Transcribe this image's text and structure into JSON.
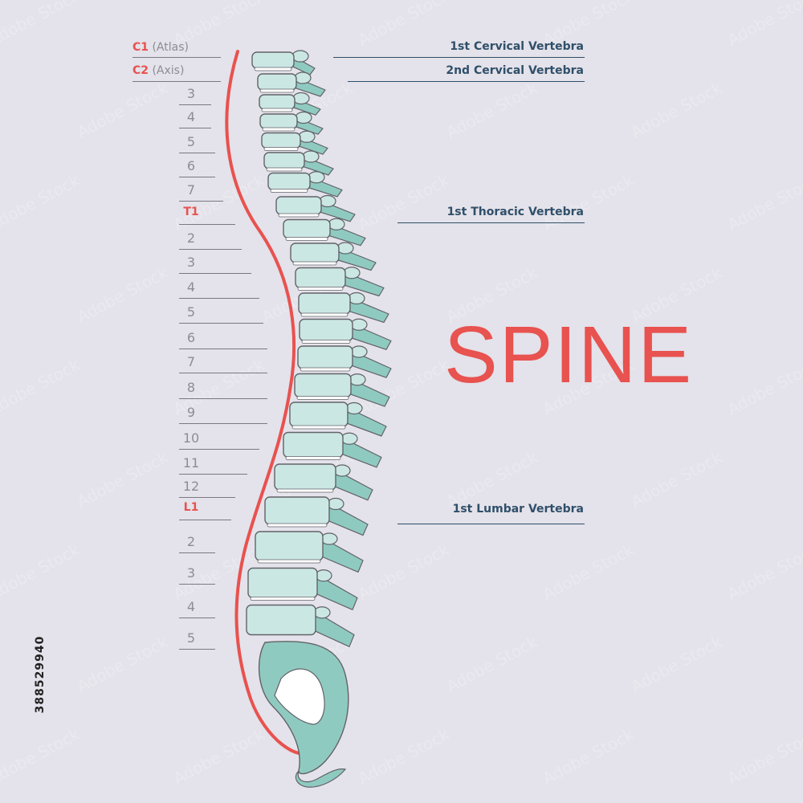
{
  "colors": {
    "background": "#e4e2ea",
    "accent_red": "#e8524f",
    "bone_fill": "#cbe7e4",
    "bone_dark": "#8fcac1",
    "bone_outline": "#626268",
    "label_navy": "#2f4f69",
    "number_gray": "#8e8c93"
  },
  "title": "SPINE",
  "top_labels": [
    {
      "code": "C1",
      "name": "(Atlas)"
    },
    {
      "code": "C2",
      "name": "(Axis)"
    }
  ],
  "vertebra_numbers": [
    "3",
    "4",
    "5",
    "6",
    "7",
    "T1",
    "2",
    "3",
    "4",
    "5",
    "6",
    "7",
    "8",
    "9",
    "10",
    "11",
    "12",
    "L1",
    "2",
    "3",
    "4",
    "5"
  ],
  "right_labels": [
    "1st Cervical Vertebra",
    "2nd Cervical Vertebra",
    "1st Thoracic Vertebra",
    "1st Lumbar Vertebra"
  ],
  "stock_id": "388529940",
  "watermark_text": "Adobe Stock"
}
